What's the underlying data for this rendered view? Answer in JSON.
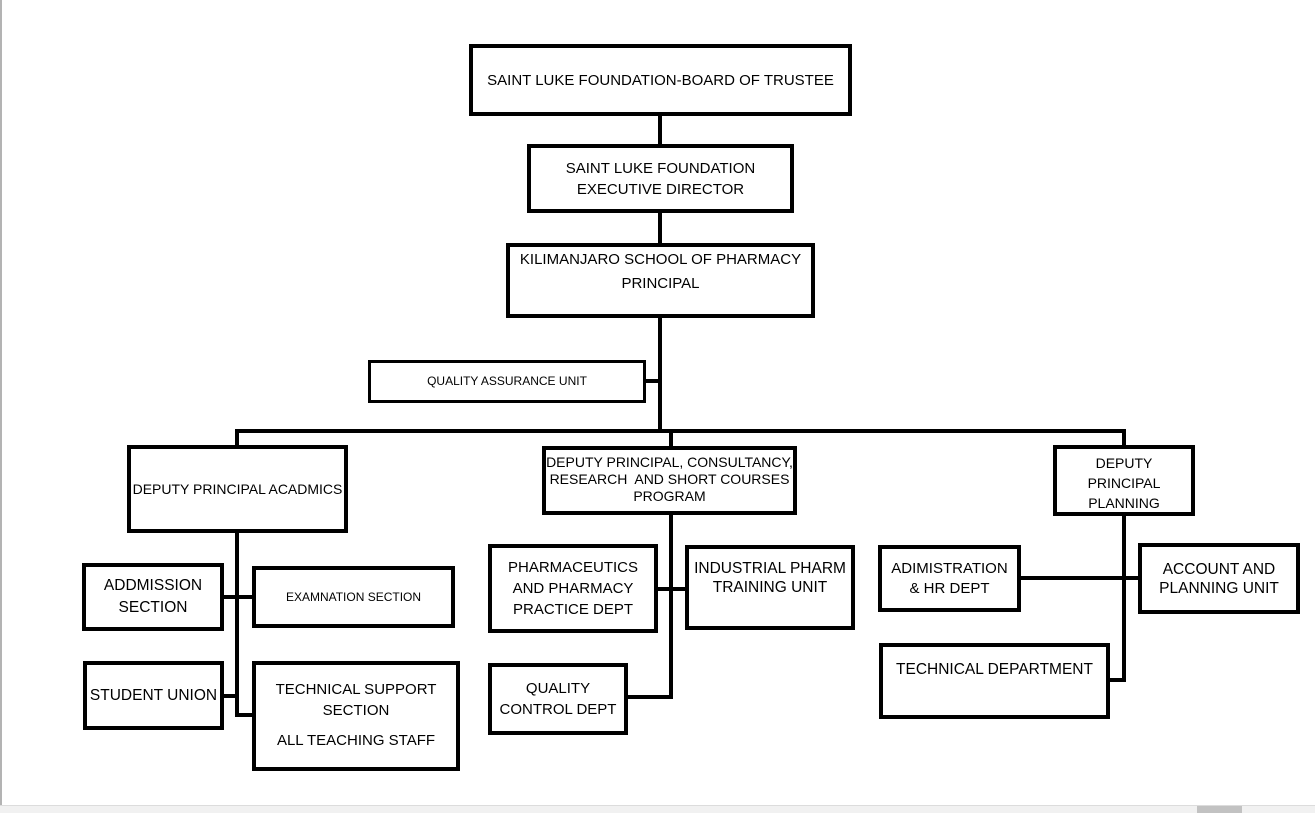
{
  "diagram_title": "Saint Luke Foundation / Kilimanjaro School of Pharmacy organization chart",
  "nodes": {
    "board_of_trustee": {
      "lines": [
        "SAINT LUKE FOUNDATION-BOARD OF TRUSTEE"
      ]
    },
    "executive_director": {
      "lines": [
        "SAINT LUKE FOUNDATION",
        "EXECUTIVE DIRECTOR"
      ]
    },
    "principal": {
      "lines": [
        "KILIMANJARO SCHOOL OF PHARMACY",
        "PRINCIPAL"
      ]
    },
    "quality_assurance": {
      "lines": [
        "QUALITY ASSURANCE UNIT"
      ]
    },
    "deputy_academics": {
      "lines": [
        "DEPUTY PRINCIPAL ACADMICS"
      ]
    },
    "deputy_consultancy": {
      "lines": [
        "DEPUTY PRINCIPAL, CONSULTANCY,",
        "RESEARCH  AND SHORT COURSES",
        "PROGRAM"
      ]
    },
    "deputy_planning": {
      "lines": [
        "DEPUTY",
        "PRINCIPAL",
        "PLANNING"
      ]
    },
    "addmission_section": {
      "lines": [
        "ADDMISSION",
        "SECTION"
      ]
    },
    "examnation_section": {
      "lines": [
        "EXAMNATION SECTION"
      ]
    },
    "student_union": {
      "lines": [
        "STUDENT UNION"
      ]
    },
    "technical_support": {
      "lines": [
        "TECHNICAL SUPPORT",
        "SECTION",
        "ALL TEACHING STAFF"
      ]
    },
    "pharmaceutics": {
      "lines": [
        "PHARMACEUTICS",
        "AND PHARMACY",
        "PRACTICE DEPT"
      ]
    },
    "industrial_pharm": {
      "lines": [
        "INDUSTRIAL PHARM",
        "TRAINING UNIT"
      ]
    },
    "quality_control": {
      "lines": [
        "QUALITY",
        "CONTROL DEPT"
      ]
    },
    "adimistration_hr": {
      "lines": [
        "ADIMISTRATION",
        "& HR DEPT"
      ]
    },
    "account_planning": {
      "lines": [
        "ACCOUNT AND",
        "PLANNING UNIT"
      ]
    },
    "technical_department": {
      "lines": [
        "TECHNICAL DEPARTMENT"
      ]
    }
  },
  "edges": [
    {
      "from": "board_of_trustee",
      "to": "executive_director"
    },
    {
      "from": "executive_director",
      "to": "principal"
    },
    {
      "from": "principal",
      "to": "quality_assurance"
    },
    {
      "from": "principal",
      "to": "deputy_academics"
    },
    {
      "from": "principal",
      "to": "deputy_consultancy"
    },
    {
      "from": "principal",
      "to": "deputy_planning"
    },
    {
      "from": "deputy_academics",
      "to": "addmission_section"
    },
    {
      "from": "deputy_academics",
      "to": "examnation_section"
    },
    {
      "from": "deputy_academics",
      "to": "student_union"
    },
    {
      "from": "deputy_academics",
      "to": "technical_support"
    },
    {
      "from": "deputy_consultancy",
      "to": "pharmaceutics"
    },
    {
      "from": "deputy_consultancy",
      "to": "industrial_pharm"
    },
    {
      "from": "deputy_consultancy",
      "to": "quality_control"
    },
    {
      "from": "deputy_planning",
      "to": "adimistration_hr"
    },
    {
      "from": "deputy_planning",
      "to": "account_planning"
    },
    {
      "from": "deputy_planning",
      "to": "technical_department"
    }
  ],
  "colors": {
    "line": "#000000",
    "box_background": "#ffffff",
    "page_background": "#ffffff",
    "page_edge": "#b3b3b3",
    "scrollbar_track": "#f1f1f1",
    "scrollbar_thumb": "#c2c2c2"
  }
}
